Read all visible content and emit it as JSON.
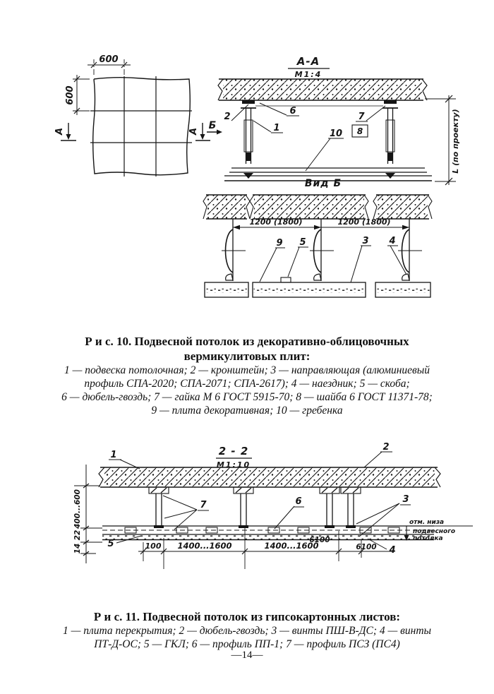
{
  "document": {
    "page_number": "—14—"
  },
  "fig10": {
    "plan": {
      "dim_width": "600",
      "dim_height": "600",
      "section_marker_left": "А",
      "section_marker_right": "А"
    },
    "section_aa": {
      "title": "А-А",
      "scale": "М1:4",
      "view_marker": "Б",
      "callout_1": "1",
      "callout_2": "2",
      "callout_6": "6",
      "callout_7": "7",
      "callout_8": "8",
      "callout_10": "10",
      "dim_height": "L (по проекту)"
    },
    "view_b": {
      "title": "Вид Б",
      "dim_span_1": "1200 (1800)",
      "dim_span_2": "1200 (1800)",
      "callout_9": "9",
      "callout_5": "5",
      "callout_3": "3",
      "callout_4": "4"
    },
    "caption": {
      "title_line1": "Р и с. 10. Подвесной потолок из декоративно-облицовочных",
      "title_line2": "вермикулитовых плит:",
      "legend_lines": [
        "1 — подвеска потолочная; 2 — кронштейн; 3 — направляющая (алюминиевый",
        "профиль СПА-2020; СПА-2071; СПА-2617); 4 — наездник; 5 — скоба;",
        "6 — дюбель-гвоздь; 7 — гайка М 6 ГОСТ 5915-70; 8 — шайба 6 ГОСТ 11371-78;",
        "9 — плита декоративная; 10 — гребенка"
      ]
    }
  },
  "fig11": {
    "section_22": {
      "title": "2 - 2",
      "scale": "М1:10",
      "callout_1": "1",
      "callout_2": "2",
      "callout_3": "3",
      "callout_4": "4",
      "callout_5": "5",
      "callout_6": "6",
      "callout_7": "7",
      "elevation_note_line1": "отм. низа",
      "elevation_note_line2": "подвесного",
      "elevation_note_line3": "потолка",
      "dim_v_suspension": "400...600",
      "dim_v_profile": "22",
      "dim_v_board": "14",
      "dim_h_1": "100",
      "dim_h_2": "1400...1600",
      "dim_h_3": "1400...1600",
      "dim_h_4": "6100",
      "dim_h_5": "6100"
    },
    "caption": {
      "title_line1": "Р и с. 11. Подвесной потолок из гипсокартонных листов:",
      "legend_lines": [
        "1 — плита перекрытия; 2 — дюбель-гвоздь; 3 — винты ПШ-В-ДС; 4 — винты",
        "ПТ-Д-ОС; 5 — ГКЛ; 6 — профиль ПП-1; 7 — профиль ПСЗ (ПС4)"
      ]
    }
  }
}
